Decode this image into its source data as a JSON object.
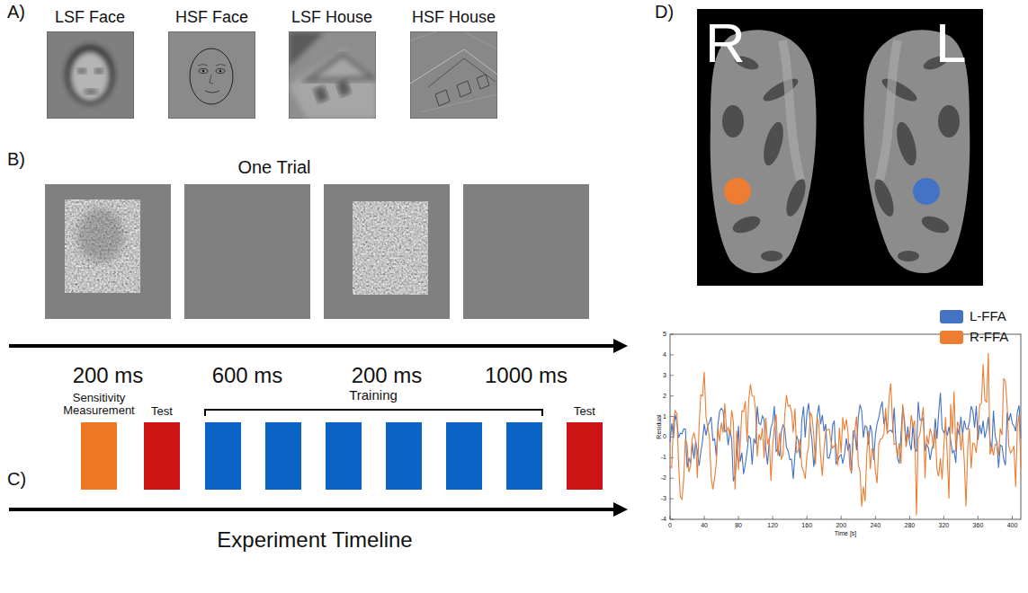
{
  "diagram": {
    "nodes": [
      {
        "text": [
          "LSF Face"
        ]
      },
      {
        "text": [
          "HSF Face"
        ]
      },
      {
        "text": [
          "LSF House"
        ]
      },
      {
        "text": [
          "HSF House"
        ]
      },
      {
        "text": [
          "Sensitivity Measurement"
        ]
      },
      {
        "text": [
          "Test"
        ]
      },
      {
        "text": [
          "Test"
        ]
      }
    ],
    "labels": [
      "A)",
      "B)",
      "One Trial",
      "200 ms",
      "600 ms",
      "200 ms",
      "1000 ms",
      "C)",
      "Training",
      "Experiment Timeline",
      "D)",
      "R",
      "L",
      "5",
      "4",
      "3",
      "2",
      "1",
      "0",
      "-1",
      "-2",
      "-3",
      "-4",
      "0",
      "40",
      "80",
      "120",
      "160",
      "200",
      "240",
      "280",
      "320",
      "360",
      "400",
      "Residual",
      "Time [s]"
    ],
    "legend": [
      {
        "text": "L-FFA",
        "color": "#4472c4"
      },
      {
        "text": "R-FFA",
        "color": "#ed7d31"
      }
    ]
  }
}
